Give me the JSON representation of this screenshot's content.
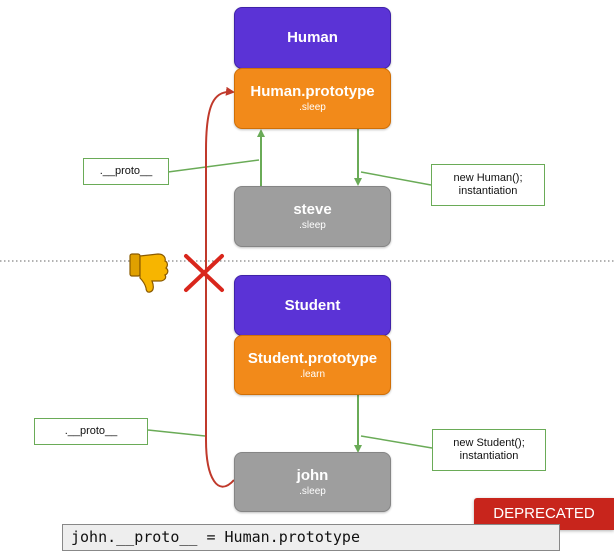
{
  "top": {
    "human": {
      "title": "Human"
    },
    "human_prototype": {
      "title": "Human.prototype",
      "sub": ".sleep"
    },
    "steve": {
      "title": "steve",
      "sub": ".sleep"
    },
    "proto_label": ".__proto__",
    "new_label": [
      "new Human();",
      "instantiation"
    ]
  },
  "bottom": {
    "student": {
      "title": "Student"
    },
    "student_prototype": {
      "title": "Student.prototype",
      "sub": ".learn"
    },
    "john": {
      "title": "john",
      "sub": ".sleep"
    },
    "proto_label": ".__proto__",
    "new_label": [
      "new Student();",
      "instantiation"
    ]
  },
  "code_line": "john.__proto__ = Human.prototype",
  "badge": "DEPRECATED",
  "colors": {
    "class_box": "#5b33d6",
    "prototype_box": "#f28a1a",
    "instance_box": "#9e9e9e",
    "arrow": "#6aab57",
    "reassign_arrow": "#c0392b",
    "cross": "#d9261c",
    "badge": "#c8251c"
  },
  "icons": [
    "thumbs-down-icon",
    "cross-icon"
  ]
}
